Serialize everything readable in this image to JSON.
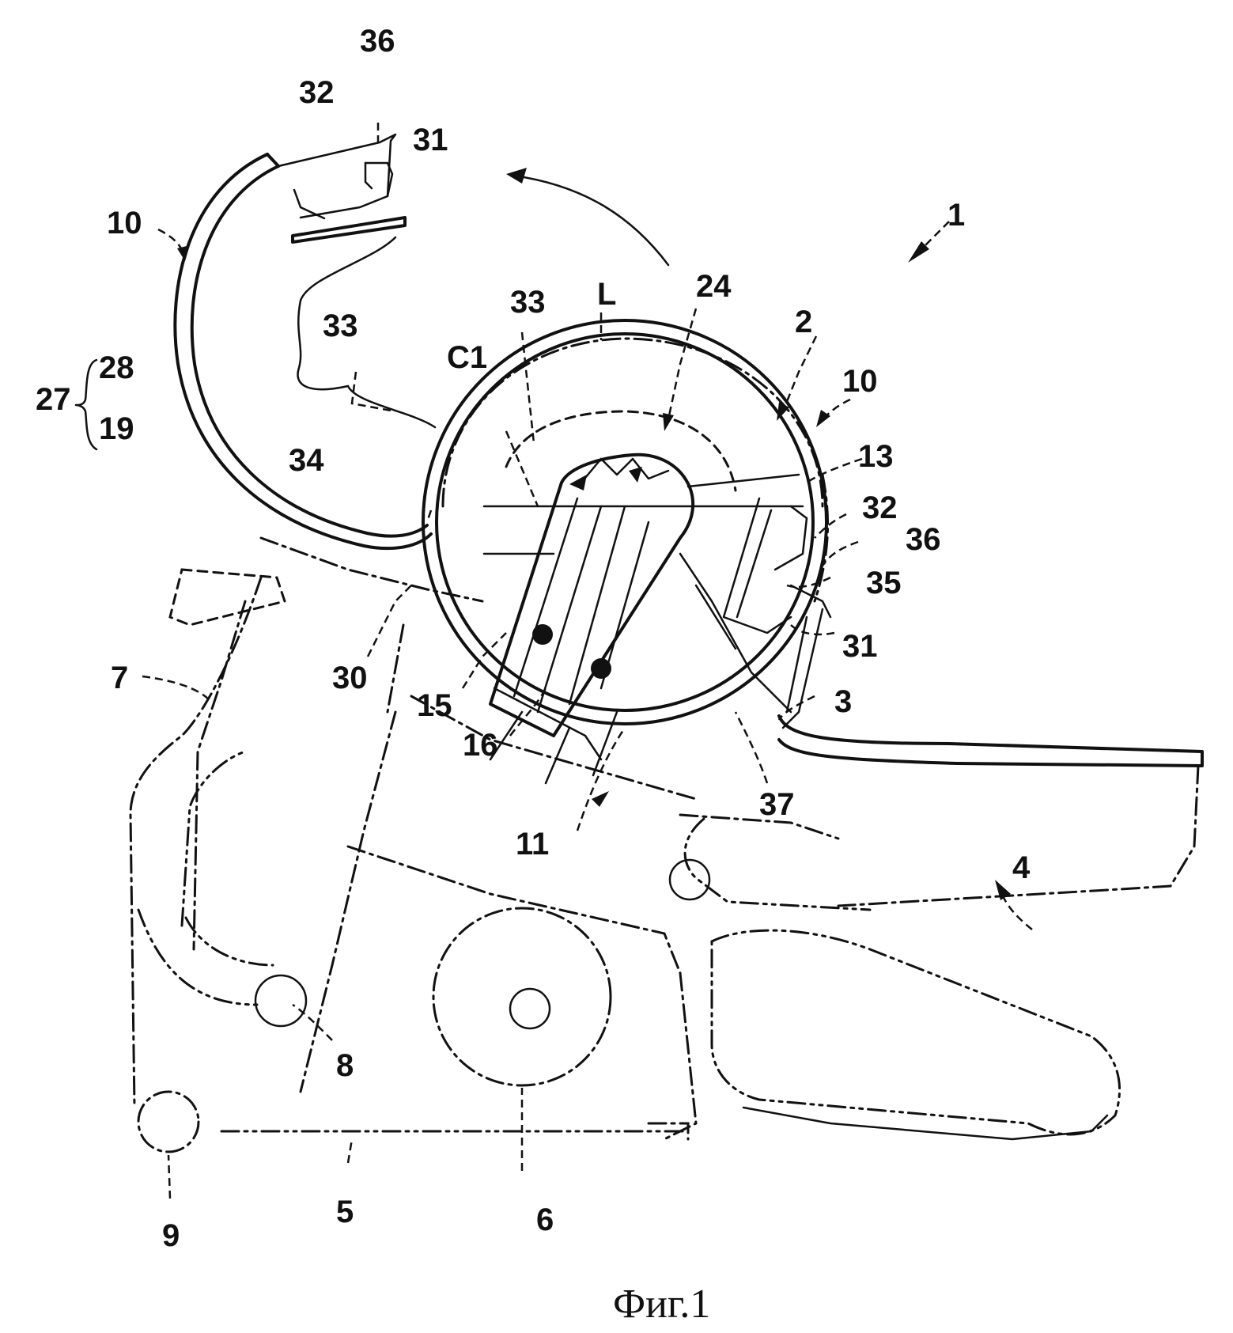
{
  "labels": {
    "l1": "1",
    "l2": "2",
    "l3": "3",
    "l4": "4",
    "l5": "5",
    "l6": "6",
    "l7": "7",
    "l8": "8",
    "l9": "9",
    "l10a": "10",
    "l10b": "10",
    "l11": "11",
    "l13": "13",
    "l15": "15",
    "l16": "16",
    "l19": "19",
    "l24": "24",
    "l27": "27",
    "l28": "28",
    "l30": "30",
    "l31a": "31",
    "l31b": "31",
    "l32a": "32",
    "l32b": "32",
    "l33a": "33",
    "l33b": "33",
    "l34": "34",
    "l35": "35",
    "l36a": "36",
    "l36b": "36",
    "l37": "37",
    "lC1": "C1",
    "lL": "L"
  },
  "caption": "Фиг.1"
}
